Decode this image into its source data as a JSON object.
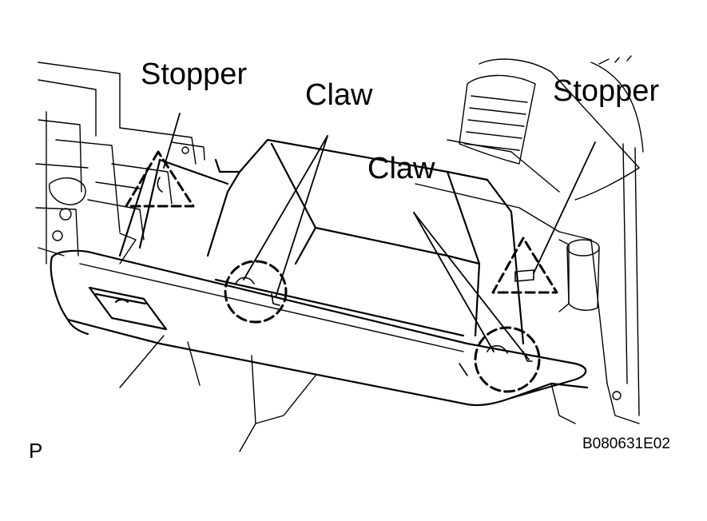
{
  "labels": {
    "stopper_left": "Stopper",
    "claw_top": "Claw",
    "stopper_right": "Stopper",
    "claw_middle": "Claw"
  },
  "footer": {
    "view_letter": "P",
    "figure_code": "B080631E02"
  },
  "colors": {
    "ink": "#000000",
    "paper": "#ffffff"
  }
}
